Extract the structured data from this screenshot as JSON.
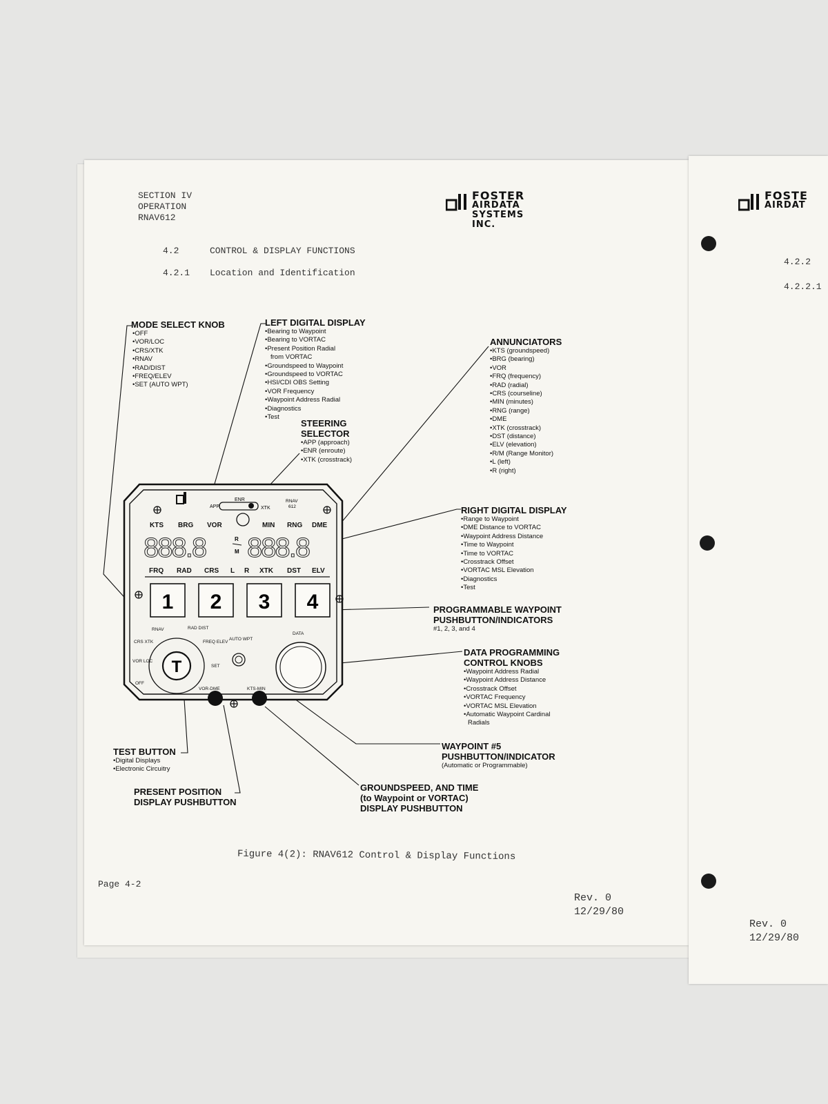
{
  "header": {
    "section": "SECTION IV",
    "chapter": "OPERATION",
    "model": "RNAV612",
    "logo_line1": "FOSTER",
    "logo_line2": "AIRDATA SYSTEMS INC."
  },
  "headings": [
    {
      "num": "4.2",
      "text": "CONTROL & DISPLAY FUNCTIONS"
    },
    {
      "num": "4.2.1",
      "text": "Location and Identification"
    }
  ],
  "callouts": {
    "mode_select": {
      "title": "MODE SELECT KNOB",
      "items": [
        "•OFF",
        "•VOR/LOC",
        "•CRS/XTK",
        "•RNAV",
        "•RAD/DIST",
        "•FREQ/ELEV",
        "•SET (AUTO WPT)"
      ]
    },
    "left_display": {
      "title": "LEFT DIGITAL DISPLAY",
      "items": [
        "•Bearing to Waypoint",
        "•Bearing to VORTAC",
        "•Present Position Radial",
        "  from VORTAC",
        "•Groundspeed to Waypoint",
        "•Groundspeed to VORTAC",
        "•HSI/CDI OBS Setting",
        "•VOR Frequency",
        "•Waypoint Address Radial",
        "•Diagnostics",
        "•Test"
      ]
    },
    "steering": {
      "title1": "STEERING",
      "title2": "SELECTOR",
      "items": [
        "•APP (approach)",
        "•ENR (enroute)",
        "•XTK (crosstrack)"
      ]
    },
    "annunciators": {
      "title": "ANNUNCIATORS",
      "items": [
        "•KTS (groundspeed)",
        "•BRG (bearing)",
        "•VOR",
        "•FRQ (frequency)",
        "•RAD (radial)",
        "•CRS (courseline)",
        "•MIN (minutes)",
        "•RNG (range)",
        "•DME",
        "•XTK (crosstrack)",
        "•DST (distance)",
        "•ELV (elevation)",
        "•R/M (Range Monitor)",
        "•L (left)",
        "•R (right)"
      ]
    },
    "right_display": {
      "title": "RIGHT DIGITAL DISPLAY",
      "items": [
        "•Range to Waypoint",
        "•DME Distance to VORTAC",
        "•Waypoint Address Distance",
        "•Time to Waypoint",
        "•Time to VORTAC",
        "•Crosstrack Offset",
        "•VORTAC MSL Elevation",
        "•Diagnostics",
        "•Test"
      ]
    },
    "prog_waypoint": {
      "title1": "PROGRAMMABLE WAYPOINT",
      "title2": "PUSHBUTTON/INDICATORS",
      "sub": "#1, 2, 3, and 4"
    },
    "data_prog": {
      "title1": "DATA PROGRAMMING",
      "title2": "CONTROL KNOBS",
      "items": [
        "•Waypoint Address Radial",
        "•Waypoint Address Distance",
        "•Crosstrack Offset",
        "•VORTAC Frequency",
        "•VORTAC MSL Elevation",
        "•Automatic Waypoint Cardinal",
        "  Radials"
      ]
    },
    "waypoint5": {
      "title1": "WAYPOINT #5",
      "title2": "PUSHBUTTON/INDICATOR",
      "sub": "(Automatic or Programmable)"
    },
    "groundspeed": {
      "title1": "GROUNDSPEED, AND TIME",
      "title2": "(to Waypoint or VORTAC)",
      "title3": "DISPLAY PUSHBUTTON"
    },
    "test_button": {
      "title": "TEST BUTTON",
      "items": [
        "•Digital Displays",
        "•Electronic Circuitry"
      ]
    },
    "present_pos": {
      "title1": "PRESENT POSITION",
      "title2": "DISPLAY PUSHBUTTON"
    }
  },
  "panel": {
    "top_annunciators": [
      "KTS",
      "BRG",
      "VOR",
      "MIN",
      "RNG",
      "DME"
    ],
    "bottom_annunciators": [
      "FRQ",
      "RAD",
      "CRS",
      "L",
      "R",
      "XTK",
      "DST",
      "ELV"
    ],
    "left_digits": "888.8",
    "right_digits": "888.8",
    "rm_label_r": "R",
    "rm_label_m": "M",
    "steering_labels": {
      "app": "APP",
      "enr": "ENR",
      "xtk": "XTK"
    },
    "model_badge": "RNAV\n612",
    "buttons": [
      "1",
      "2",
      "3",
      "4"
    ],
    "knob_label": "T",
    "mode_labels": [
      "RNAV",
      "RAD DIST",
      "CRS XTK",
      "FREQ ELEV",
      "VOR LOC",
      "OFF"
    ],
    "auto_wpt": "AUTO WPT",
    "set": "SET",
    "data_label": "DATA",
    "vor_dme": "VOR-DME",
    "kts_min": "KTS-MIN"
  },
  "figure_caption": "Figure 4(2):  RNAV612 Control & Display Functions",
  "footer": {
    "page": "Page 4-2",
    "rev": "Rev. 0",
    "date": "12/29/80"
  },
  "right_page": {
    "logo_line1": "FOSTE",
    "logo_line2": "AIRDAT",
    "heading1": "4.2.2",
    "heading2": "4.2.2.1",
    "rev": "Rev. 0",
    "date": "12/29/80"
  }
}
